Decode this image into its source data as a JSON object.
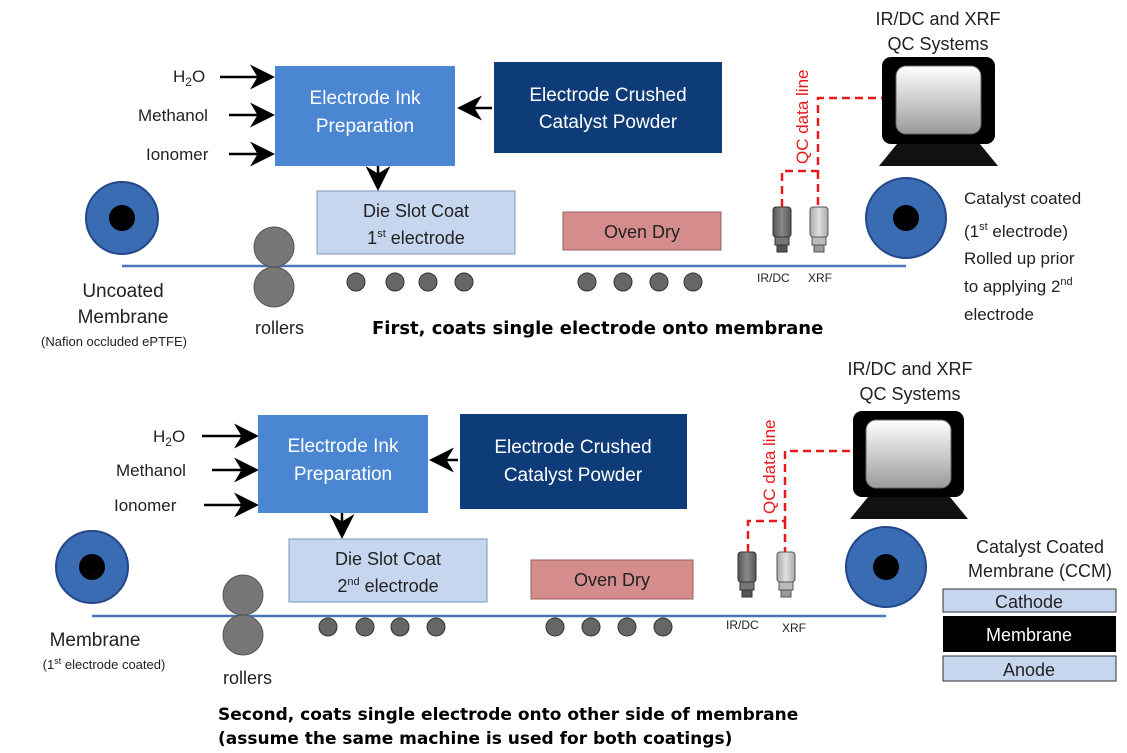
{
  "colors": {
    "roll": "#3a6cb4",
    "roll_stroke": "#22488a",
    "membrane_line": "#4a76b8",
    "ink_box": "#4a86d2",
    "powder_box": "#0e3c78",
    "die_box": "#c6d6ee",
    "oven_box": "#d48c8c",
    "roller": "#777777",
    "qc_line": "#e8191a",
    "ccm_membrane": "#000000"
  },
  "top": {
    "inputs": [
      "H2O",
      "Methanol",
      "Ionomer"
    ],
    "ink_box": [
      "Electrode Ink",
      "Preparation"
    ],
    "powder_box": [
      "Electrode Crushed",
      "Catalyst Powder"
    ],
    "die_box": [
      "Die Slot Coat",
      "1st electrode"
    ],
    "oven": "Oven Dry",
    "qc_title": [
      "IR/DC and XRF",
      "QC Systems"
    ],
    "qc_line_label": "QC data line",
    "sensor_left": "IR/DC",
    "sensor_right": "XRF",
    "left_label": [
      "Uncoated",
      "Membrane"
    ],
    "left_sublabel": "(Nafion occluded ePTFE)",
    "rollers": "rollers",
    "right_label": [
      "Catalyst coated",
      "(1st electrode)",
      "Rolled up prior",
      "to applying 2nd",
      "electrode"
    ],
    "caption": "First, coats single electrode onto membrane"
  },
  "bottom": {
    "inputs": [
      "H2O",
      "Methanol",
      "Ionomer"
    ],
    "ink_box": [
      "Electrode Ink",
      "Preparation"
    ],
    "powder_box": [
      "Electrode Crushed",
      "Catalyst Powder"
    ],
    "die_box": [
      "Die Slot Coat",
      "2nd electrode"
    ],
    "oven": "Oven Dry",
    "qc_title": [
      "IR/DC and XRF",
      "QC Systems"
    ],
    "qc_line_label": "QC data line",
    "sensor_left": "IR/DC",
    "sensor_right": "XRF",
    "left_label": "Membrane",
    "left_sublabel": "(1st electrode coated)",
    "rollers": "rollers",
    "right_label": [
      "Catalyst Coated",
      "Membrane (CCM)"
    ],
    "ccm_layers": [
      "Cathode",
      "Membrane",
      "Anode"
    ],
    "caption": [
      "Second, coats single electrode onto other side of membrane",
      "(assume the same machine is used for both coatings)"
    ]
  }
}
